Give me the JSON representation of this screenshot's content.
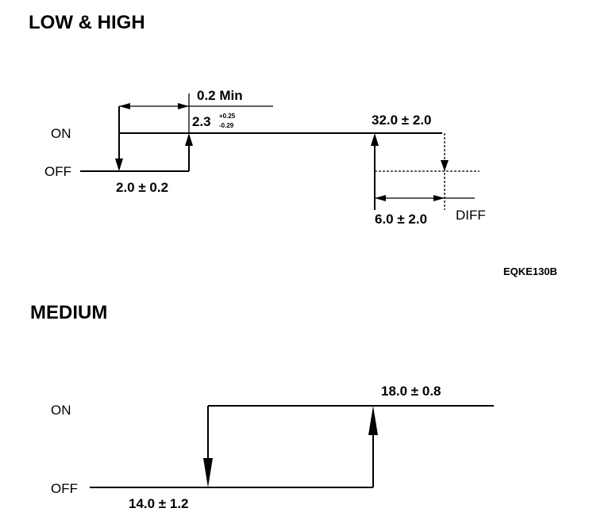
{
  "low_high": {
    "title": "LOW & HIGH",
    "on_label": "ON",
    "off_label": "OFF",
    "min_time": "0.2 Min",
    "on_threshold_base": "2.3",
    "on_threshold_tol_plus": "+0.25",
    "on_threshold_tol_minus": "-0.29",
    "off_threshold": "2.0 ± 0.2",
    "high_on_threshold": "32.0 ± 2.0",
    "diff_value": "6.0 ± 2.0",
    "diff_label": "DIFF"
  },
  "figure_code": "EQKE130B",
  "medium": {
    "title": "MEDIUM",
    "on_label": "ON",
    "off_label": "OFF",
    "off_threshold": "14.0 ± 1.2",
    "on_threshold": "18.0 ± 0.8"
  }
}
